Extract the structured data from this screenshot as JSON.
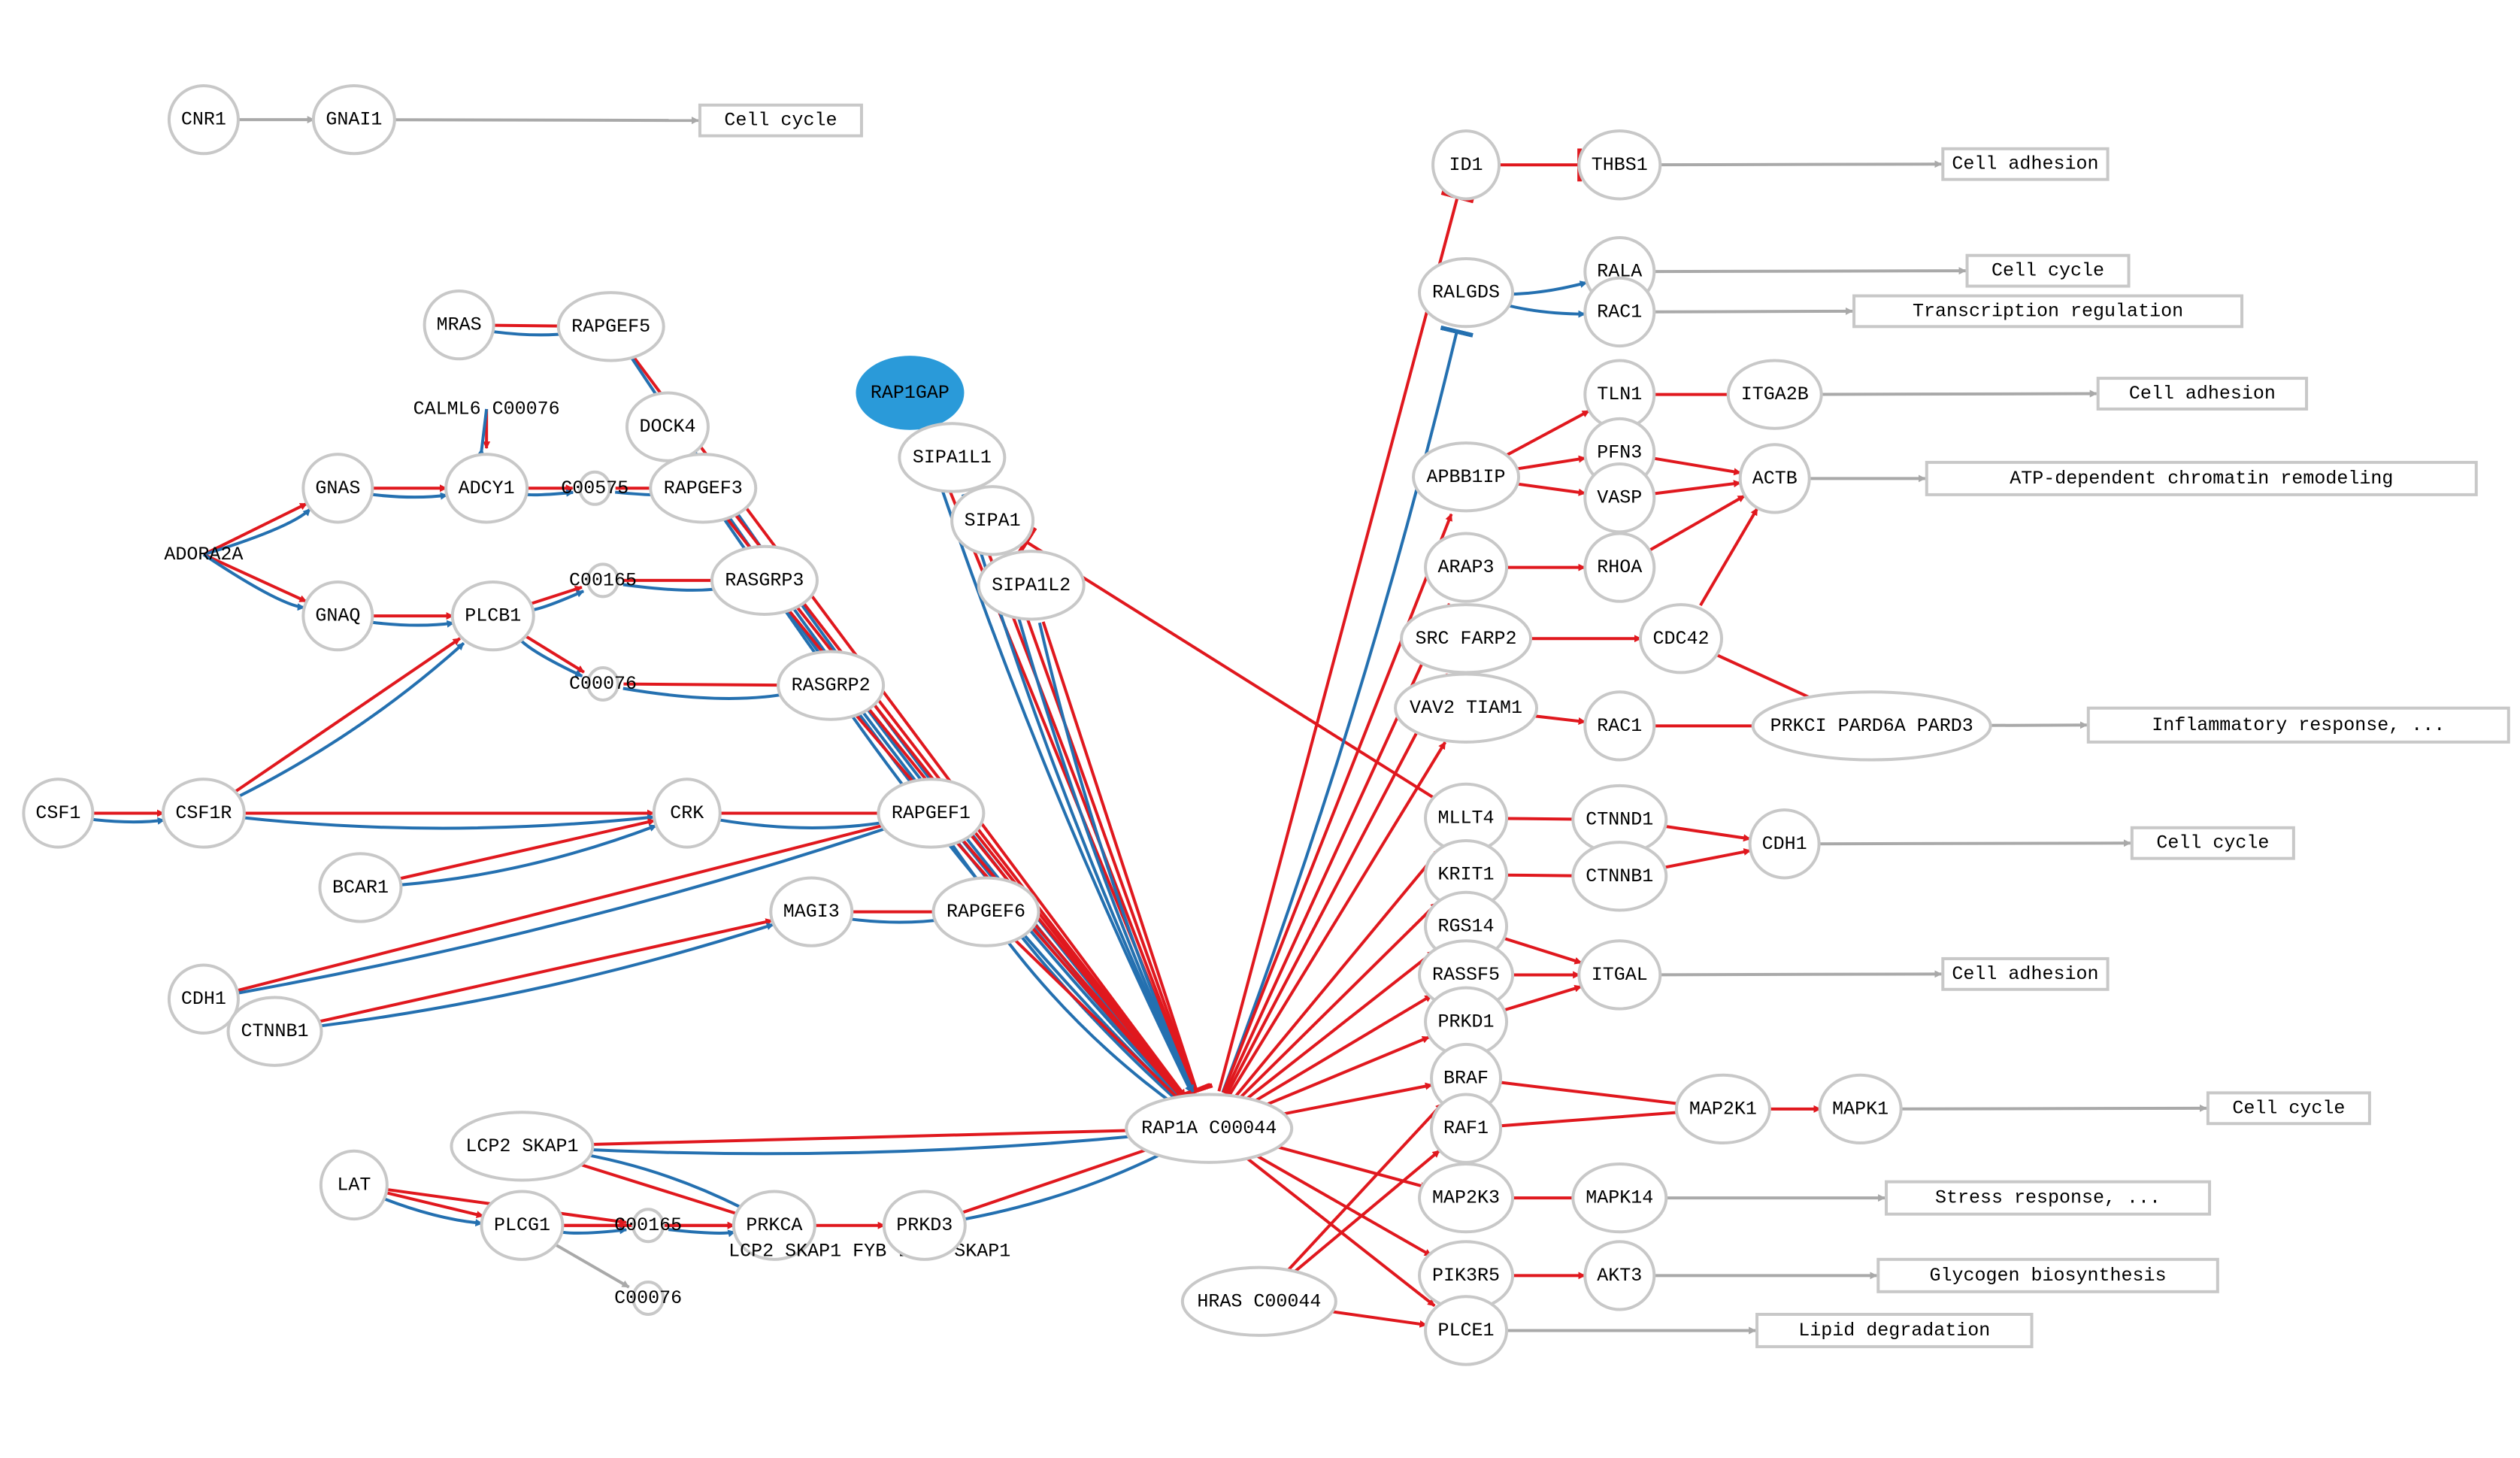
{
  "colors": {
    "activation": "#e0181e",
    "binding": "#2470b0",
    "output": "#a9a9a9",
    "node_border": "#c8c8c8",
    "highlight": "#2a9ad9"
  },
  "nodes": [
    {
      "id": "CNR1",
      "label": "CNR1"
    },
    {
      "id": "GNAI1",
      "label": "GNAI1"
    },
    {
      "id": "MRAS",
      "label": "MRAS"
    },
    {
      "id": "RAPGEF5",
      "label": "RAPGEF5"
    },
    {
      "id": "CALML6",
      "label": "CALML6 C00076"
    },
    {
      "id": "DOCK4",
      "label": "DOCK4"
    },
    {
      "id": "GNAS",
      "label": "GNAS"
    },
    {
      "id": "ADCY1",
      "label": "ADCY1"
    },
    {
      "id": "C00575",
      "label": "C00575"
    },
    {
      "id": "RAPGEF3",
      "label": "RAPGEF3"
    },
    {
      "id": "ADORA2A",
      "label": "ADORA2A"
    },
    {
      "id": "GNAQ",
      "label": "GNAQ"
    },
    {
      "id": "PLCB1",
      "label": "PLCB1"
    },
    {
      "id": "C00165a",
      "label": "C00165"
    },
    {
      "id": "RASGRP3",
      "label": "RASGRP3"
    },
    {
      "id": "C00076a",
      "label": "C00076"
    },
    {
      "id": "RASGRP2",
      "label": "RASGRP2"
    },
    {
      "id": "CSF1",
      "label": "CSF1"
    },
    {
      "id": "CSF1R",
      "label": "CSF1R"
    },
    {
      "id": "CRK",
      "label": "CRK"
    },
    {
      "id": "RAPGEF1",
      "label": "RAPGEF1"
    },
    {
      "id": "BCAR1",
      "label": "BCAR1"
    },
    {
      "id": "MAGI3",
      "label": "MAGI3"
    },
    {
      "id": "RAPGEF6",
      "label": "RAPGEF6"
    },
    {
      "id": "CDH1a",
      "label": "CDH1"
    },
    {
      "id": "CTNNB1a",
      "label": "CTNNB1"
    },
    {
      "id": "RAP1GAP",
      "label": "RAP1GAP",
      "highlight": true
    },
    {
      "id": "SIPA1L1",
      "label": "SIPA1L1"
    },
    {
      "id": "SIPA1",
      "label": "SIPA1"
    },
    {
      "id": "SIPA1L2",
      "label": "SIPA1L2"
    },
    {
      "id": "LCP2a",
      "label": "LCP2 SKAP1"
    },
    {
      "id": "LAT",
      "label": "LAT"
    },
    {
      "id": "PLCG1",
      "label": "PLCG1"
    },
    {
      "id": "C00165b",
      "label": "C00165"
    },
    {
      "id": "PRKCA",
      "label": "PRKCA"
    },
    {
      "id": "LCP2b",
      "label": "LCP2 SKAP1 FYB LCP2 SKAP1"
    },
    {
      "id": "PRKD3",
      "label": "PRKD3"
    },
    {
      "id": "C00076b",
      "label": "C00076"
    },
    {
      "id": "RAP1A",
      "label": "RAP1A C00044"
    },
    {
      "id": "HRAS",
      "label": "HRAS C00044"
    },
    {
      "id": "ID1",
      "label": "ID1"
    },
    {
      "id": "THBS1",
      "label": "THBS1"
    },
    {
      "id": "RALGDS",
      "label": "RALGDS"
    },
    {
      "id": "RALA",
      "label": "RALA"
    },
    {
      "id": "RAC1a",
      "label": "RAC1"
    },
    {
      "id": "TLN1",
      "label": "TLN1"
    },
    {
      "id": "ITGA2B",
      "label": "ITGA2B"
    },
    {
      "id": "APBB1IP",
      "label": "APBB1IP"
    },
    {
      "id": "PFN3",
      "label": "PFN3"
    },
    {
      "id": "VASP",
      "label": "VASP"
    },
    {
      "id": "ACTB",
      "label": "ACTB"
    },
    {
      "id": "ARAP3",
      "label": "ARAP3"
    },
    {
      "id": "RHOA",
      "label": "RHOA"
    },
    {
      "id": "SRC",
      "label": "SRC FARP2"
    },
    {
      "id": "CDC42",
      "label": "CDC42"
    },
    {
      "id": "VAV2",
      "label": "VAV2 TIAM1"
    },
    {
      "id": "RAC1b",
      "label": "RAC1"
    },
    {
      "id": "PRKCI",
      "label": "PRKCI PARD6A PARD3"
    },
    {
      "id": "MLLT4",
      "label": "MLLT4"
    },
    {
      "id": "CTNND1",
      "label": "CTNND1"
    },
    {
      "id": "CDH1b",
      "label": "CDH1"
    },
    {
      "id": "KRIT1",
      "label": "KRIT1"
    },
    {
      "id": "CTNNB1b",
      "label": "CTNNB1"
    },
    {
      "id": "RGS14",
      "label": "RGS14"
    },
    {
      "id": "RASSF5",
      "label": "RASSF5"
    },
    {
      "id": "ITGAL",
      "label": "ITGAL"
    },
    {
      "id": "PRKD1",
      "label": "PRKD1"
    },
    {
      "id": "BRAF",
      "label": "BRAF"
    },
    {
      "id": "RAF1",
      "label": "RAF1"
    },
    {
      "id": "MAP2K1",
      "label": "MAP2K1"
    },
    {
      "id": "MAPK1",
      "label": "MAPK1"
    },
    {
      "id": "MAP2K3",
      "label": "MAP2K3"
    },
    {
      "id": "MAPK14",
      "label": "MAPK14"
    },
    {
      "id": "PIK3R5",
      "label": "PIK3R5"
    },
    {
      "id": "AKT3",
      "label": "AKT3"
    },
    {
      "id": "PLCE1",
      "label": "PLCE1"
    }
  ],
  "boxes": [
    {
      "id": "b_cc1",
      "label": "Cell cycle"
    },
    {
      "id": "b_adh1",
      "label": "Cell adhesion"
    },
    {
      "id": "b_cc2",
      "label": "Cell cycle"
    },
    {
      "id": "b_tr",
      "label": "Transcription regulation"
    },
    {
      "id": "b_adh2",
      "label": "Cell adhesion"
    },
    {
      "id": "b_atp",
      "label": "ATP-dependent chromatin remodeling"
    },
    {
      "id": "b_inf",
      "label": "Inflammatory response, ..."
    },
    {
      "id": "b_cc3",
      "label": "Cell cycle"
    },
    {
      "id": "b_adh3",
      "label": "Cell adhesion"
    },
    {
      "id": "b_cc4",
      "label": "Cell cycle"
    },
    {
      "id": "b_stress",
      "label": "Stress response, ..."
    },
    {
      "id": "b_gly",
      "label": "Glycogen biosynthesis"
    },
    {
      "id": "b_lipid",
      "label": "Lipid degradation"
    }
  ],
  "edges": [
    {
      "from": "CNR1",
      "to": "GNAI1",
      "type": "output"
    },
    {
      "from": "GNAI1",
      "to": "b_cc1",
      "type": "output"
    },
    {
      "from": "MRAS",
      "to": "RAPGEF5",
      "type": "activation",
      "head": "inhibit"
    },
    {
      "from": "MRAS",
      "to": "RAPGEF5",
      "type": "binding"
    },
    {
      "from": "CALML6",
      "to": "ADCY1",
      "type": "activation"
    },
    {
      "from": "CALML6",
      "to": "ADCY1",
      "type": "binding"
    },
    {
      "from": "ADORA2A",
      "to": "GNAS",
      "type": "activation"
    },
    {
      "from": "ADORA2A",
      "to": "GNAS",
      "type": "binding"
    },
    {
      "from": "ADORA2A",
      "to": "GNAQ",
      "type": "activation"
    },
    {
      "from": "ADORA2A",
      "to": "GNAQ",
      "type": "binding"
    },
    {
      "from": "GNAS",
      "to": "ADCY1",
      "type": "activation"
    },
    {
      "from": "GNAS",
      "to": "ADCY1",
      "type": "binding"
    },
    {
      "from": "ADCY1",
      "to": "C00575",
      "type": "activation"
    },
    {
      "from": "ADCY1",
      "to": "C00575",
      "type": "binding"
    },
    {
      "from": "C00575",
      "to": "RAPGEF3",
      "type": "activation"
    },
    {
      "from": "C00575",
      "to": "RAPGEF3",
      "type": "binding"
    },
    {
      "from": "GNAQ",
      "to": "PLCB1",
      "type": "activation"
    },
    {
      "from": "GNAQ",
      "to": "PLCB1",
      "type": "binding"
    },
    {
      "from": "PLCB1",
      "to": "C00165a",
      "type": "activation"
    },
    {
      "from": "PLCB1",
      "to": "C00165a",
      "type": "binding"
    },
    {
      "from": "PLCB1",
      "to": "C00076a",
      "type": "activation"
    },
    {
      "from": "PLCB1",
      "to": "C00076a",
      "type": "binding"
    },
    {
      "from": "C00165a",
      "to": "RASGRP3",
      "type": "activation"
    },
    {
      "from": "C00165a",
      "to": "RASGRP3",
      "type": "binding"
    },
    {
      "from": "C00076a",
      "to": "RASGRP2",
      "type": "activation"
    },
    {
      "from": "C00076a",
      "to": "RASGRP2",
      "type": "binding"
    },
    {
      "from": "CSF1",
      "to": "CSF1R",
      "type": "activation"
    },
    {
      "from": "CSF1",
      "to": "CSF1R",
      "type": "binding"
    },
    {
      "from": "CSF1R",
      "to": "PLCB1",
      "type": "activation"
    },
    {
      "from": "CSF1R",
      "to": "PLCB1",
      "type": "binding"
    },
    {
      "from": "CSF1R",
      "to": "CRK",
      "type": "activation"
    },
    {
      "from": "CSF1R",
      "to": "CRK",
      "type": "binding"
    },
    {
      "from": "BCAR1",
      "to": "CRK",
      "type": "activation"
    },
    {
      "from": "BCAR1",
      "to": "CRK",
      "type": "binding"
    },
    {
      "from": "CRK",
      "to": "RAPGEF1",
      "type": "activation"
    },
    {
      "from": "CRK",
      "to": "RAPGEF1",
      "type": "binding"
    },
    {
      "from": "CDH1a",
      "to": "RAPGEF1",
      "type": "activation"
    },
    {
      "from": "CDH1a",
      "to": "RAPGEF1",
      "type": "binding"
    },
    {
      "from": "CTNNB1a",
      "to": "MAGI3",
      "type": "activation"
    },
    {
      "from": "CTNNB1a",
      "to": "MAGI3",
      "type": "binding"
    },
    {
      "from": "MAGI3",
      "to": "RAPGEF6",
      "type": "activation"
    },
    {
      "from": "MAGI3",
      "to": "RAPGEF6",
      "type": "binding"
    },
    {
      "from": "RAPGEF5",
      "to": "RAP1A",
      "type": "activation"
    },
    {
      "from": "RAPGEF5",
      "to": "RAP1A",
      "type": "binding"
    },
    {
      "from": "DOCK4",
      "to": "RAP1A",
      "type": "activation"
    },
    {
      "from": "DOCK4",
      "to": "RAP1A",
      "type": "binding"
    },
    {
      "from": "RAPGEF3",
      "to": "RAP1A",
      "type": "activation"
    },
    {
      "from": "RAPGEF3",
      "to": "RAP1A",
      "type": "binding"
    },
    {
      "from": "RASGRP3",
      "to": "RAP1A",
      "type": "activation"
    },
    {
      "from": "RASGRP3",
      "to": "RAP1A",
      "type": "binding"
    },
    {
      "from": "RASGRP2",
      "to": "RAP1A",
      "type": "activation"
    },
    {
      "from": "RASGRP2",
      "to": "RAP1A",
      "type": "binding"
    },
    {
      "from": "RAPGEF1",
      "to": "RAP1A",
      "type": "activation"
    },
    {
      "from": "RAPGEF1",
      "to": "RAP1A",
      "type": "binding"
    },
    {
      "from": "RAPGEF6",
      "to": "RAP1A",
      "type": "activation"
    },
    {
      "from": "RAPGEF6",
      "to": "RAP1A",
      "type": "binding"
    },
    {
      "from": "RAP1GAP",
      "to": "RAP1A",
      "type": "activation",
      "head": "inhibit"
    },
    {
      "from": "RAP1GAP",
      "to": "RAP1A",
      "type": "binding"
    },
    {
      "from": "SIPA1L1",
      "to": "RAP1A",
      "type": "activation",
      "head": "inhibit"
    },
    {
      "from": "SIPA1L1",
      "to": "RAP1A",
      "type": "binding"
    },
    {
      "from": "SIPA1",
      "to": "RAP1A",
      "type": "activation",
      "head": "inhibit"
    },
    {
      "from": "SIPA1",
      "to": "RAP1A",
      "type": "binding"
    },
    {
      "from": "SIPA1L2",
      "to": "RAP1A",
      "type": "activation",
      "head": "inhibit"
    },
    {
      "from": "SIPA1L2",
      "to": "RAP1A",
      "type": "binding"
    },
    {
      "from": "MLLT4",
      "to": "SIPA1",
      "type": "activation",
      "head": "inhibit"
    },
    {
      "from": "LAT",
      "to": "PLCG1",
      "type": "activation"
    },
    {
      "from": "LAT",
      "to": "PLCG1",
      "type": "binding"
    },
    {
      "from": "LAT",
      "to": "C00165b",
      "type": "activation"
    },
    {
      "from": "PLCG1",
      "to": "C00165b",
      "type": "activation"
    },
    {
      "from": "PLCG1",
      "to": "C00165b",
      "type": "binding"
    },
    {
      "from": "PLCG1",
      "to": "C00076b",
      "type": "output"
    },
    {
      "from": "C00165b",
      "to": "PRKCA",
      "type": "activation"
    },
    {
      "from": "C00165b",
      "to": "PRKCA",
      "type": "binding"
    },
    {
      "from": "PRKCA",
      "to": "LCP2a",
      "type": "activation"
    },
    {
      "from": "PRKCA",
      "to": "LCP2a",
      "type": "binding"
    },
    {
      "from": "PRKCA",
      "to": "PRKD3",
      "type": "activation"
    },
    {
      "from": "LCP2a",
      "to": "RAP1A",
      "type": "activation"
    },
    {
      "from": "LCP2a",
      "to": "RAP1A",
      "type": "binding"
    },
    {
      "from": "PRKD3",
      "to": "RAP1A",
      "type": "activation"
    },
    {
      "from": "PRKD3",
      "to": "RAP1A",
      "type": "binding"
    },
    {
      "from": "PLCG1",
      "to": "PRKCA",
      "type": "activation"
    },
    {
      "from": "RAP1A",
      "to": "ID1",
      "type": "activation",
      "head": "inhibit"
    },
    {
      "from": "RAP1A",
      "to": "RALGDS",
      "type": "binding",
      "head": "inhibit"
    },
    {
      "from": "RAP1A",
      "to": "APBB1IP",
      "type": "activation"
    },
    {
      "from": "RAP1A",
      "to": "ARAP3",
      "type": "activation"
    },
    {
      "from": "RAP1A",
      "to": "SRC",
      "type": "activation"
    },
    {
      "from": "RAP1A",
      "to": "VAV2",
      "type": "activation"
    },
    {
      "from": "RAP1A",
      "to": "MLLT4",
      "type": "activation"
    },
    {
      "from": "RAP1A",
      "to": "KRIT1",
      "type": "activation"
    },
    {
      "from": "RAP1A",
      "to": "RGS14",
      "type": "activation"
    },
    {
      "from": "RAP1A",
      "to": "RASSF5",
      "type": "activation"
    },
    {
      "from": "RAP1A",
      "to": "PRKD1",
      "type": "activation"
    },
    {
      "from": "RAP1A",
      "to": "BRAF",
      "type": "activation"
    },
    {
      "from": "RAP1A",
      "to": "MAP2K3",
      "type": "activation"
    },
    {
      "from": "RAP1A",
      "to": "PIK3R5",
      "type": "activation"
    },
    {
      "from": "RAP1A",
      "to": "PLCE1",
      "type": "activation"
    },
    {
      "from": "HRAS",
      "to": "BRAF",
      "type": "activation"
    },
    {
      "from": "HRAS",
      "to": "RAF1",
      "type": "activation"
    },
    {
      "from": "HRAS",
      "to": "PLCE1",
      "type": "activation"
    },
    {
      "from": "ID1",
      "to": "THBS1",
      "type": "activation",
      "head": "inhibit"
    },
    {
      "from": "THBS1",
      "to": "b_adh1",
      "type": "output"
    },
    {
      "from": "RALGDS",
      "to": "RALA",
      "type": "binding"
    },
    {
      "from": "RALGDS",
      "to": "RAC1a",
      "type": "binding"
    },
    {
      "from": "RALA",
      "to": "b_cc2",
      "type": "output"
    },
    {
      "from": "RAC1a",
      "to": "b_tr",
      "type": "output"
    },
    {
      "from": "APBB1IP",
      "to": "TLN1",
      "type": "activation"
    },
    {
      "from": "APBB1IP",
      "to": "PFN3",
      "type": "activation"
    },
    {
      "from": "APBB1IP",
      "to": "VASP",
      "type": "activation"
    },
    {
      "from": "TLN1",
      "to": "ITGA2B",
      "type": "activation"
    },
    {
      "from": "ITGA2B",
      "to": "b_adh2",
      "type": "output"
    },
    {
      "from": "PFN3",
      "to": "ACTB",
      "type": "activation"
    },
    {
      "from": "VASP",
      "to": "ACTB",
      "type": "activation"
    },
    {
      "from": "RHOA",
      "to": "ACTB",
      "type": "activation"
    },
    {
      "from": "CDC42",
      "to": "ACTB",
      "type": "activation"
    },
    {
      "from": "ACTB",
      "to": "b_atp",
      "type": "output"
    },
    {
      "from": "ARAP3",
      "to": "RHOA",
      "type": "activation"
    },
    {
      "from": "SRC",
      "to": "CDC42",
      "type": "activation"
    },
    {
      "from": "CDC42",
      "to": "PRKCI",
      "type": "activation"
    },
    {
      "from": "VAV2",
      "to": "RAC1b",
      "type": "activation"
    },
    {
      "from": "RAC1b",
      "to": "PRKCI",
      "type": "activation"
    },
    {
      "from": "PRKCI",
      "to": "b_inf",
      "type": "output"
    },
    {
      "from": "MLLT4",
      "to": "CTNND1",
      "type": "activation"
    },
    {
      "from": "CTNND1",
      "to": "CDH1b",
      "type": "activation"
    },
    {
      "from": "KRIT1",
      "to": "CTNNB1b",
      "type": "activation"
    },
    {
      "from": "CTNNB1b",
      "to": "CDH1b",
      "type": "activation"
    },
    {
      "from": "CDH1b",
      "to": "b_cc3",
      "type": "output"
    },
    {
      "from": "RGS14",
      "to": "ITGAL",
      "type": "activation"
    },
    {
      "from": "RASSF5",
      "to": "ITGAL",
      "type": "activation"
    },
    {
      "from": "PRKD1",
      "to": "ITGAL",
      "type": "activation"
    },
    {
      "from": "ITGAL",
      "to": "b_adh3",
      "type": "output"
    },
    {
      "from": "BRAF",
      "to": "MAP2K1",
      "type": "activation"
    },
    {
      "from": "RAF1",
      "to": "MAP2K1",
      "type": "activation"
    },
    {
      "from": "MAP2K1",
      "to": "MAPK1",
      "type": "activation"
    },
    {
      "from": "MAPK1",
      "to": "b_cc4",
      "type": "output"
    },
    {
      "from": "MAP2K3",
      "to": "MAPK14",
      "type": "activation"
    },
    {
      "from": "MAPK14",
      "to": "b_stress",
      "type": "output"
    },
    {
      "from": "PIK3R5",
      "to": "AKT3",
      "type": "activation"
    },
    {
      "from": "AKT3",
      "to": "b_gly",
      "type": "output"
    },
    {
      "from": "PLCE1",
      "to": "b_lipid",
      "type": "output"
    }
  ]
}
